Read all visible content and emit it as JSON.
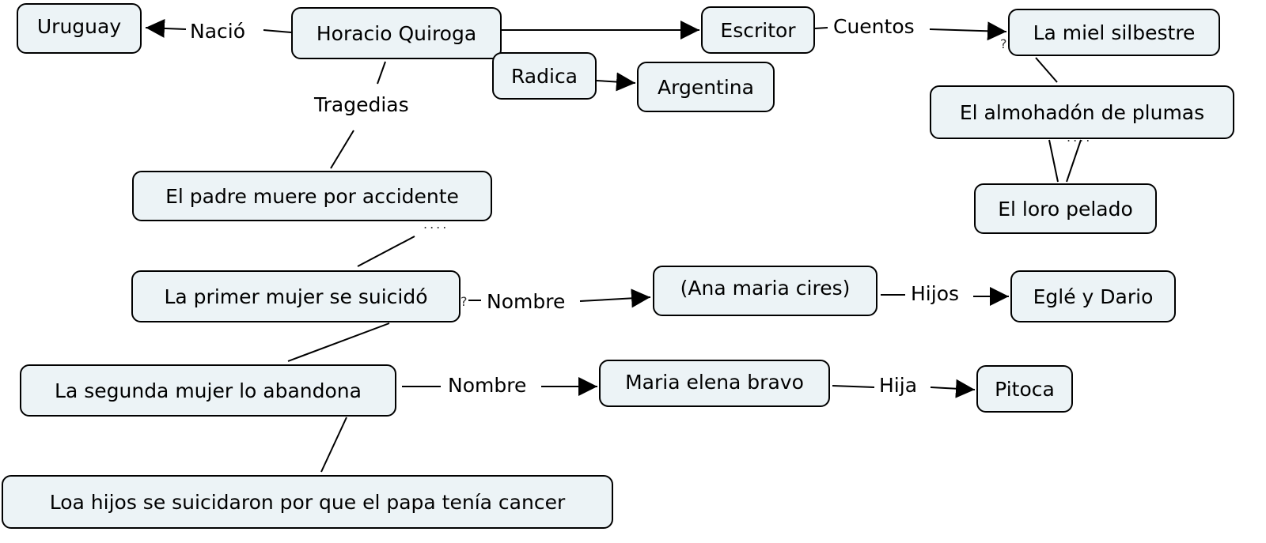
{
  "concepts": {
    "uruguay": "Uruguay",
    "horacio": "Horacio Quiroga",
    "escritor": "Escritor",
    "miel": "La miel silbestre",
    "radica": "Radica",
    "argentina": "Argentina",
    "almohadon": "El almohadón de plumas",
    "loro": "El loro pelado",
    "padre": "El padre muere por accidente",
    "primer": "La primer mujer se suicidó",
    "ana": "(Ana maria cires)",
    "egle": "Eglé y Dario",
    "segunda": "La segunda mujer lo abandona",
    "maria": "Maria elena bravo",
    "pitoca": "Pitoca",
    "loa": "Loa hijos se suicidaron por que el papa tenía cancer"
  },
  "links": {
    "nacio": "Nació",
    "cuentos": "Cuentos",
    "tragedias": "Tragedias",
    "nombre1": "Nombre",
    "hijos": "Hijos",
    "nombre2": "Nombre",
    "hija": "Hija"
  },
  "markers": {
    "q1": "?",
    "q2": "?",
    "dots1": "....",
    "dots2": "...."
  },
  "colors": {
    "node_fill": "#ecf3f6",
    "line": "#000000"
  }
}
